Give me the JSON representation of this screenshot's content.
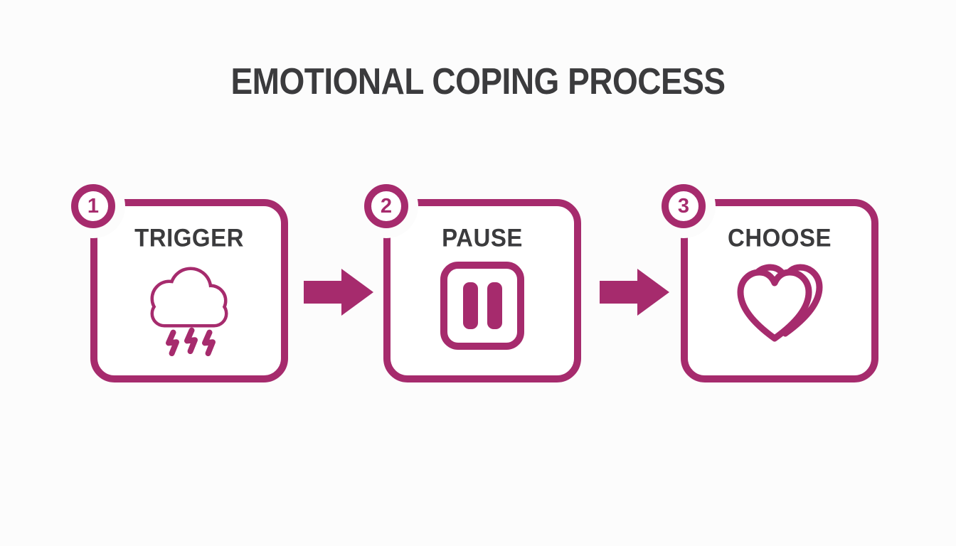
{
  "title": "EMOTIONAL COPING PROCESS",
  "colors": {
    "accent": "#A62B6D",
    "text": "#3B3B3D",
    "bg": "#FCFCFC"
  },
  "steps": [
    {
      "number": "1",
      "label": "TRIGGER",
      "icon": "storm-cloud-icon"
    },
    {
      "number": "2",
      "label": "PAUSE",
      "icon": "pause-icon"
    },
    {
      "number": "3",
      "label": "CHOOSE",
      "icon": "double-heart-icon"
    }
  ],
  "connectors": [
    {
      "icon": "arrow-right-icon"
    },
    {
      "icon": "arrow-right-icon"
    }
  ]
}
